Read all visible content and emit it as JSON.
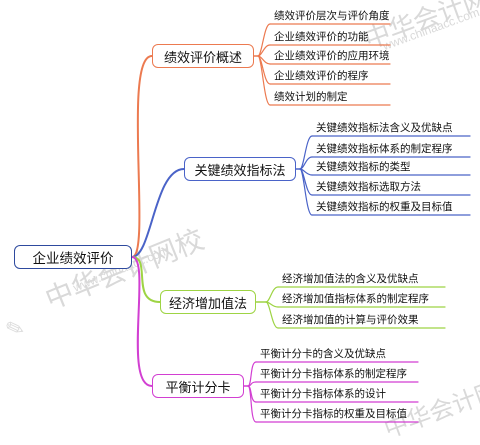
{
  "root": {
    "label": "企业绩效评价",
    "color": "#2e4a9e"
  },
  "branches": [
    {
      "label": "绩效评价概述",
      "color": "#ec7a50",
      "items": [
        "绩效评价层次与评价角度",
        "企业绩效评价的功能",
        "企业绩效评价的应用环境",
        "企业绩效评价的程序",
        "绩效计划的制定"
      ]
    },
    {
      "label": "关键绩效指标法",
      "color": "#4a63c8",
      "items": [
        "关键绩效指标法含义及优缺点",
        "关键绩效指标体系的制定程序",
        "关键绩效指标的类型",
        "关键绩效指标选取方法",
        "关键绩效指标的权重及目标值"
      ]
    },
    {
      "label": "经济增加值法",
      "color": "#9ed444",
      "items": [
        "经济增加值法的含义及优缺点",
        "经济增加值指标体系的制定程序",
        "经济增加值的计算与评价效果"
      ]
    },
    {
      "label": "平衡计分卡",
      "color": "#d23fd2",
      "items": [
        "平衡计分卡的含义及优缺点",
        "平衡计分卡指标体系的制定程序",
        "平衡计分卡指标体系的设计",
        "平衡计分卡指标的权重及目标值"
      ]
    }
  ],
  "watermark": {
    "brand": "中华会计网校",
    "url": "www.chinaacc.com"
  }
}
